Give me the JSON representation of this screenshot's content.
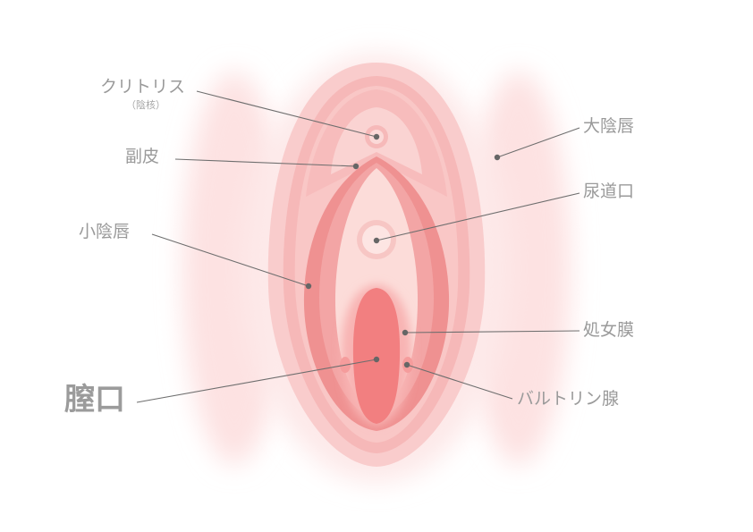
{
  "labels": {
    "clitoris": "クリトリス",
    "clitoris_sub": "（陰核）",
    "prepuce": "副皮",
    "labia_minora": "小陰唇",
    "vaginal_opening": "膣口",
    "labia_majora": "大陰唇",
    "urethral_opening": "尿道口",
    "hymen": "処女膜",
    "bartholin_gland": "バルトリン腺"
  },
  "colors": {
    "outer_glow": "#fde3e3",
    "outer_body": "#f8c3c3",
    "inner_band": "#f5b0b0",
    "labia_minora": "#ee8e8e",
    "vestibule": "#fcd9d6",
    "vaginal_opening": "#f27f80",
    "leader_line": "#6e6e6e",
    "label_text": "#9a9a9a"
  }
}
